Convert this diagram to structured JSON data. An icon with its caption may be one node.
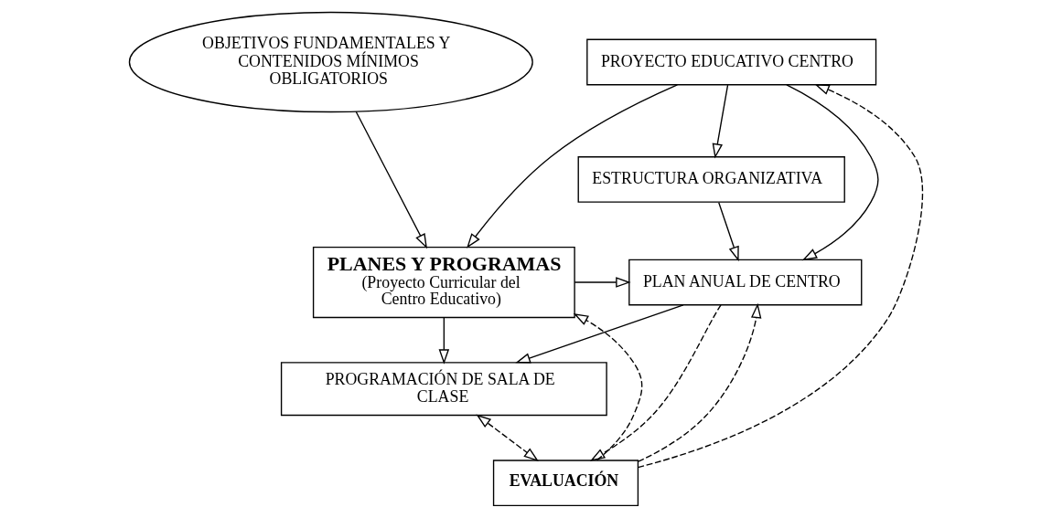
{
  "diagram": {
    "nodes": [
      {
        "text": [
          "OBJETIVOS FUNDAMENTALES Y CONTENIDOS MÍNIMOS OBLIGATORIOS"
        ]
      },
      {
        "text": [
          "PROYECTO EDUCATIVO CENTRO"
        ]
      },
      {
        "text": [
          "PLANES Y PROGRAMAS",
          "(Proyecto Curricular del Centro Educativo)"
        ]
      },
      {
        "text": [
          "ESTRUCTURA ORGANIZATIVA"
        ]
      },
      {
        "text": [
          "PLAN ANUAL DE CENTRO"
        ]
      },
      {
        "text": [
          "PROGRAMACIÓN DE SALA DE CLASE"
        ]
      },
      {
        "text": [
          "EVALUACIÓN"
        ]
      }
    ],
    "edges": [
      {
        "from": 0,
        "to": 2,
        "arrow": "to"
      },
      {
        "from": 1,
        "to": 2,
        "arrow": "to"
      },
      {
        "from": 1,
        "to": 4,
        "arrow": "to"
      },
      {
        "from": 1,
        "to": 3,
        "arrow": "to"
      },
      {
        "from": 3,
        "to": 4,
        "arrow": "to"
      },
      {
        "from": 2,
        "to": 4,
        "arrow": "to"
      },
      {
        "from": 2,
        "to": 5,
        "arrow": "to"
      },
      {
        "from": 4,
        "to": 5,
        "arrow": "to"
      },
      {
        "from": 4,
        "to": 6,
        "arrow": "to",
        "style": "dashed"
      },
      {
        "from": 5,
        "to": 6,
        "arrow": "both",
        "style": "dashed"
      },
      {
        "from": 6,
        "to": 1,
        "arrow": "to",
        "style": "dashed"
      },
      {
        "from": 6,
        "to": 2,
        "arrow": "to",
        "style": "dashed"
      },
      {
        "from": 6,
        "to": 4,
        "arrow": "to",
        "style": "dashed"
      }
    ]
  }
}
